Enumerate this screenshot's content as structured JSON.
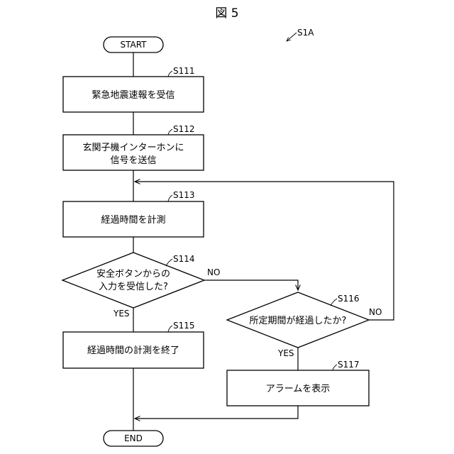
{
  "figure": {
    "title": "図 5",
    "ref_label": "S1A"
  },
  "nodes": {
    "start": {
      "text": "START"
    },
    "s111": {
      "step": "S111",
      "lines": [
        "緊急地震速報を受信"
      ]
    },
    "s112": {
      "step": "S112",
      "lines": [
        "玄関子機インターホンに",
        "信号を送信"
      ]
    },
    "s113": {
      "step": "S113",
      "lines": [
        "経過時間を計測"
      ]
    },
    "s114": {
      "step": "S114",
      "lines": [
        "安全ボタンからの",
        "入力を受信した?"
      ]
    },
    "s115": {
      "step": "S115",
      "lines": [
        "経過時間の計測を終了"
      ]
    },
    "s116": {
      "step": "S116",
      "lines": [
        "所定期間が経過したか?"
      ]
    },
    "s117": {
      "step": "S117",
      "lines": [
        "アラームを表示"
      ]
    },
    "end": {
      "text": "END"
    }
  },
  "branches": {
    "s114_yes": "YES",
    "s114_no": "NO",
    "s116_yes": "YES",
    "s116_no": "NO"
  },
  "colors": {
    "stroke": "#000000",
    "background": "#ffffff"
  }
}
